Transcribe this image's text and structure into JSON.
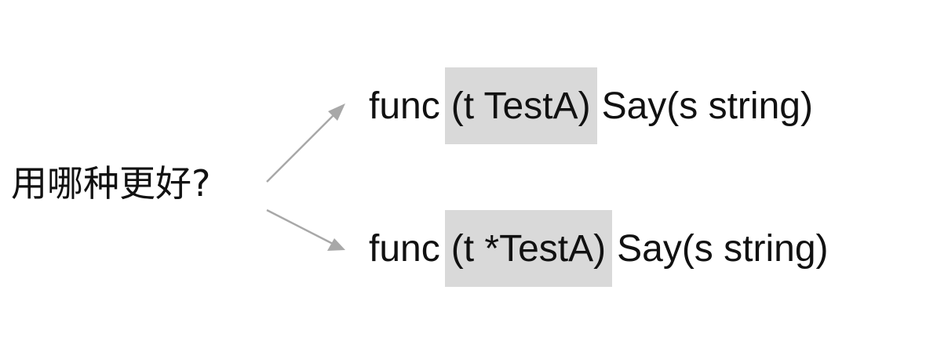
{
  "question": "用哪种更好?",
  "options": [
    {
      "prefix": "func",
      "receiver": "(t TestA)",
      "suffix": "Say(s string)"
    },
    {
      "prefix": "func",
      "receiver": "(t *TestA)",
      "suffix": "Say(s string)"
    }
  ],
  "colors": {
    "highlight": "#d9d9d9",
    "arrow": "#a8a8a8",
    "text": "#111111"
  }
}
